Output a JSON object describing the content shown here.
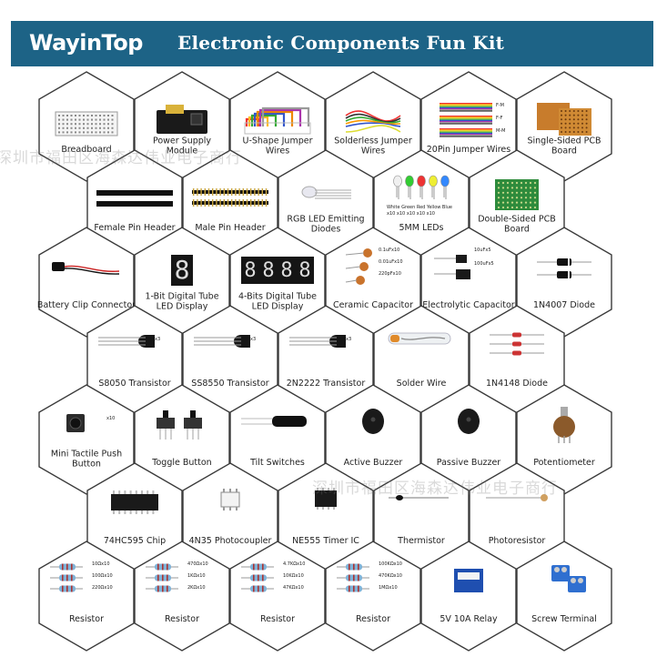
{
  "header": {
    "brand": "WayinTop",
    "title": "Electronic Components Fun Kit",
    "bg_color": "#1d6386"
  },
  "watermarks": [
    "深圳市福田区海森达伟业电子商行",
    "深圳市福田区海森达伟业电子商行"
  ],
  "rows": [
    {
      "items": [
        {
          "label": [
            "Breadboard"
          ],
          "icon": "breadboard-icon"
        },
        {
          "label": [
            "Power Supply",
            "Module"
          ],
          "icon": "power-module-icon"
        },
        {
          "label": [
            "U-Shape Jumper",
            "Wires"
          ],
          "icon": "u-jumper-wires-icon"
        },
        {
          "label": [
            "Solderless Jumper",
            "Wires"
          ],
          "icon": "jumper-wires-icon"
        },
        {
          "label": [
            "20Pin Jumper Wires"
          ],
          "icon": "ribbon-jumper-icon",
          "notes": [
            "F-M",
            "F-F",
            "M-M"
          ]
        },
        {
          "label": [
            "Single-Sided PCB",
            "Board"
          ],
          "icon": "pcb-single-icon"
        }
      ]
    },
    {
      "items": [
        {
          "label": [
            "Female Pin Header"
          ],
          "icon": "female-header-icon"
        },
        {
          "label": [
            "Male Pin Header"
          ],
          "icon": "male-header-icon"
        },
        {
          "label": [
            "RGB LED Emitting",
            "Diodes"
          ],
          "icon": "rgb-led-icon"
        },
        {
          "label": [
            "5MM LEDs"
          ],
          "icon": "leds-icon",
          "notes": [
            "White Green Red Yellow Blue",
            "x10   x10   x10   x10   x10"
          ]
        },
        {
          "label": [
            "Double-Sided PCB",
            "Board"
          ],
          "icon": "pcb-double-icon"
        }
      ]
    },
    {
      "items": [
        {
          "label": [
            "Battery Clip Connector"
          ],
          "icon": "battery-clip-icon"
        },
        {
          "label": [
            "1-Bit Digital Tube",
            "LED Display"
          ],
          "icon": "one-digit-display-icon"
        },
        {
          "label": [
            "4-Bits Digital Tube",
            "LED Display"
          ],
          "icon": "four-digit-display-icon"
        },
        {
          "label": [
            "Ceramic Capacitor"
          ],
          "icon": "ceramic-capacitor-icon",
          "notes": [
            "0.1uFx10",
            "0.01uFx10",
            "220pFx10"
          ]
        },
        {
          "label": [
            "Electrolytic Capacitor"
          ],
          "icon": "electrolytic-capacitor-icon",
          "notes": [
            "10uFx5",
            "100uFx5"
          ]
        },
        {
          "label": [
            "1N4007 Diode"
          ],
          "icon": "diode-icon"
        }
      ]
    },
    {
      "items": [
        {
          "label": [
            "S8050 Transistor"
          ],
          "icon": "transistor-icon",
          "notes": [
            "x3"
          ]
        },
        {
          "label": [
            "SS8550 Transistor"
          ],
          "icon": "transistor-icon",
          "notes": [
            "x3"
          ]
        },
        {
          "label": [
            "2N2222 Transistor"
          ],
          "icon": "transistor-icon",
          "notes": [
            "x3"
          ]
        },
        {
          "label": [
            "Solder Wire"
          ],
          "icon": "solder-wire-icon"
        },
        {
          "label": [
            "1N4148 Diode"
          ],
          "icon": "small-diode-icon"
        }
      ]
    },
    {
      "items": [
        {
          "label": [
            "Mini Tactile Push",
            "Button"
          ],
          "icon": "push-button-icon",
          "notes": [
            "x10"
          ]
        },
        {
          "label": [
            "Toggle Button"
          ],
          "icon": "toggle-switch-icon"
        },
        {
          "label": [
            "Tilt Switches"
          ],
          "icon": "tilt-switch-icon"
        },
        {
          "label": [
            "Active Buzzer"
          ],
          "icon": "buzzer-icon"
        },
        {
          "label": [
            "Passive Buzzer"
          ],
          "icon": "buzzer-icon"
        },
        {
          "label": [
            "Potentiometer"
          ],
          "icon": "potentiometer-icon"
        }
      ]
    },
    {
      "items": [
        {
          "label": [
            "74HC595 Chip"
          ],
          "icon": "ic-chip-icon"
        },
        {
          "label": [
            "4N35 Photocoupler"
          ],
          "icon": "photocoupler-icon"
        },
        {
          "label": [
            "NE555 Timer IC"
          ],
          "icon": "timer-ic-icon"
        },
        {
          "label": [
            "Thermistor"
          ],
          "icon": "thermistor-icon"
        },
        {
          "label": [
            "Photoresistor"
          ],
          "icon": "photoresistor-icon"
        }
      ]
    },
    {
      "items": [
        {
          "label": [
            "Resistor"
          ],
          "icon": "resistor-icon",
          "notes": [
            "10Ωx10",
            "100Ωx10",
            "220Ωx10"
          ]
        },
        {
          "label": [
            "Resistor"
          ],
          "icon": "resistor-icon",
          "notes": [
            "470Ωx10",
            "1KΩx10",
            "2KΩx10"
          ]
        },
        {
          "label": [
            "Resistor"
          ],
          "icon": "resistor-icon",
          "notes": [
            "4.7KΩx10",
            "10KΩx10",
            "47KΩx10"
          ]
        },
        {
          "label": [
            "Resistor"
          ],
          "icon": "resistor-icon",
          "notes": [
            "100KΩx10",
            "470KΩx10",
            "1MΩx10"
          ]
        },
        {
          "label": [
            "5V 10A Relay"
          ],
          "icon": "relay-icon"
        },
        {
          "label": [
            "Screw Terminal"
          ],
          "icon": "screw-terminal-icon"
        }
      ]
    }
  ]
}
